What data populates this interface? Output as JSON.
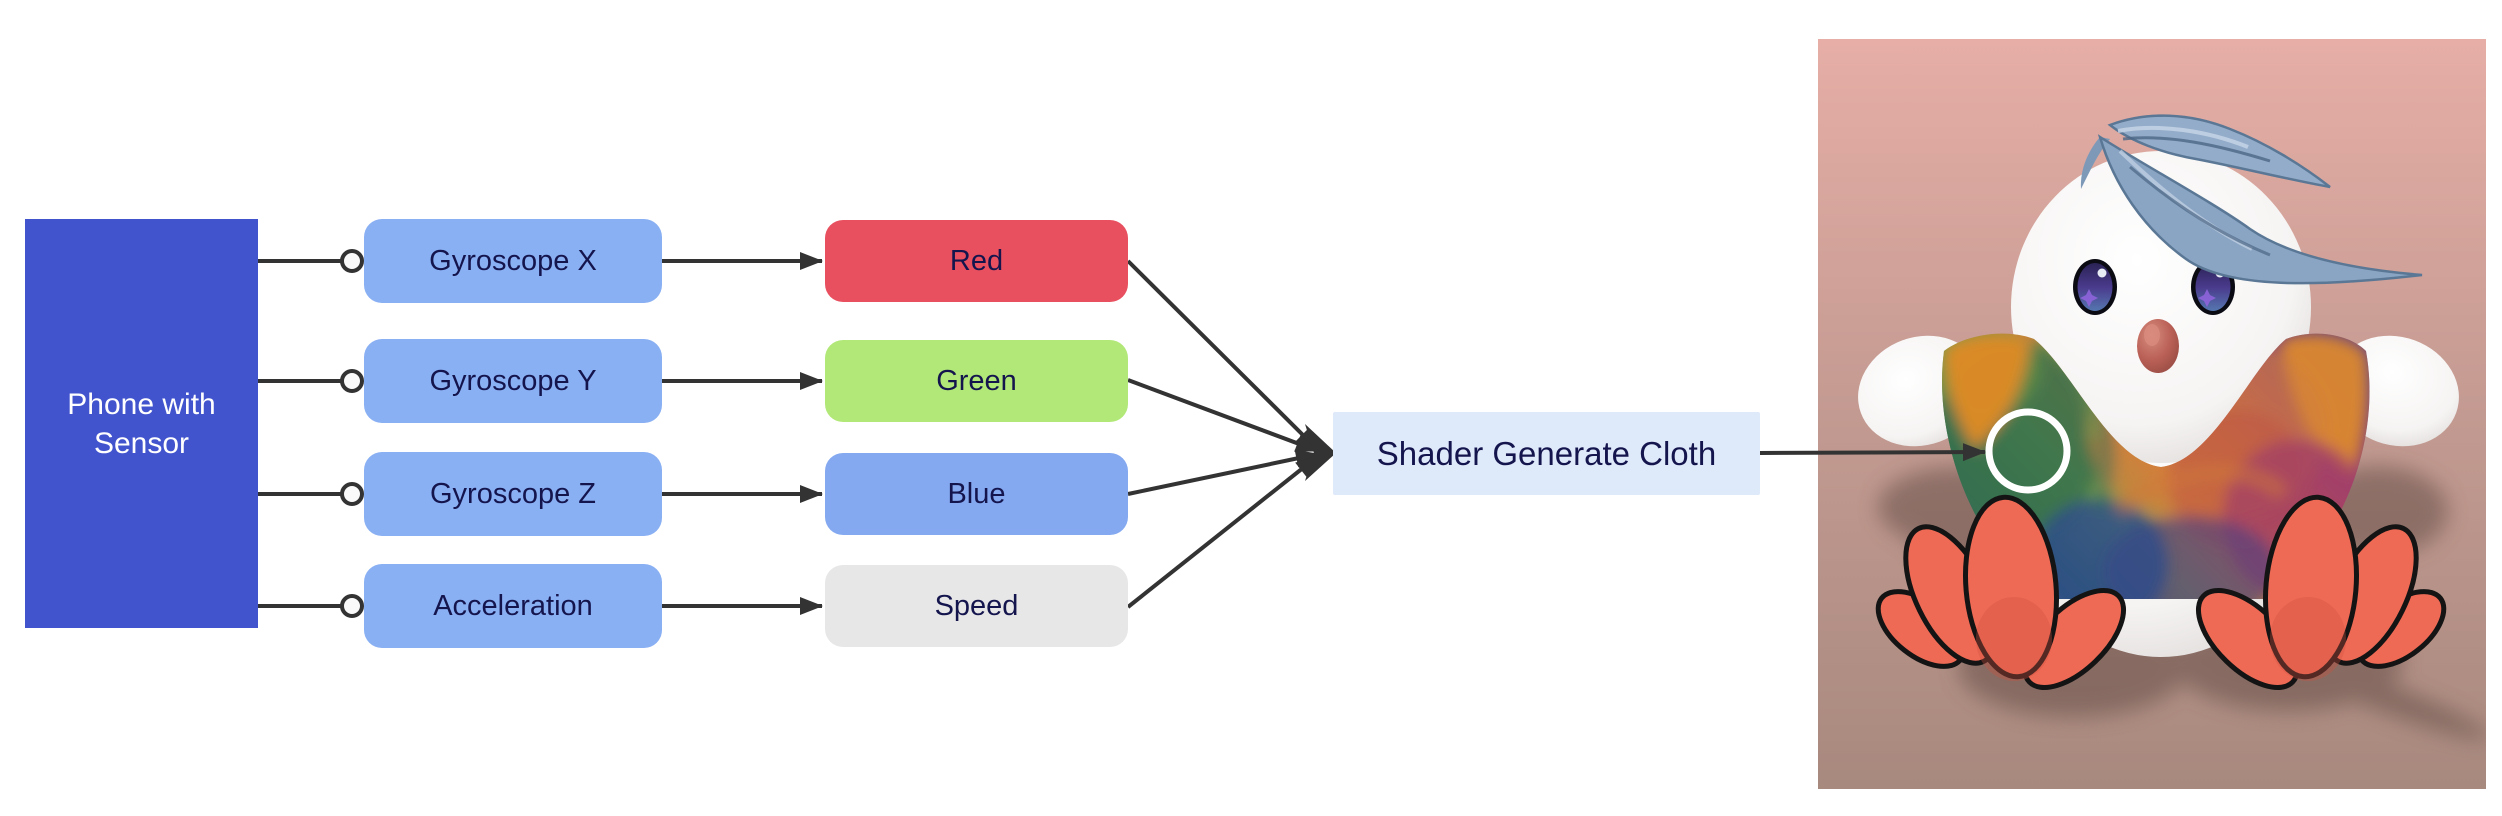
{
  "diagram": {
    "source": {
      "label": "Phone with Sensor",
      "color": "#4254cd",
      "text_color": "#ffffff"
    },
    "sensors": [
      {
        "id": "gyroscope-x",
        "label": "Gyroscope X",
        "color": "#8ab0f4"
      },
      {
        "id": "gyroscope-y",
        "label": "Gyroscope Y",
        "color": "#8ab0f4"
      },
      {
        "id": "gyroscope-z",
        "label": "Gyroscope Z",
        "color": "#8ab0f4"
      },
      {
        "id": "acceleration",
        "label": "Acceleration",
        "color": "#8ab0f4"
      }
    ],
    "channels": [
      {
        "id": "red",
        "label": "Red",
        "color": "#e8505f"
      },
      {
        "id": "green",
        "label": "Green",
        "color": "#b2e878"
      },
      {
        "id": "blue",
        "label": "Blue",
        "color": "#84a9f0"
      },
      {
        "id": "speed",
        "label": "Speed",
        "color": "#e7e7e7"
      }
    ],
    "processor": {
      "label": "Shader Generate Cloth",
      "color": "#dee9fa"
    },
    "label_text_color": "#15154e",
    "connector_color": "#333333"
  },
  "preview": {
    "subject": "bird-character-render",
    "annotation_circle_color": "#ffffff"
  }
}
